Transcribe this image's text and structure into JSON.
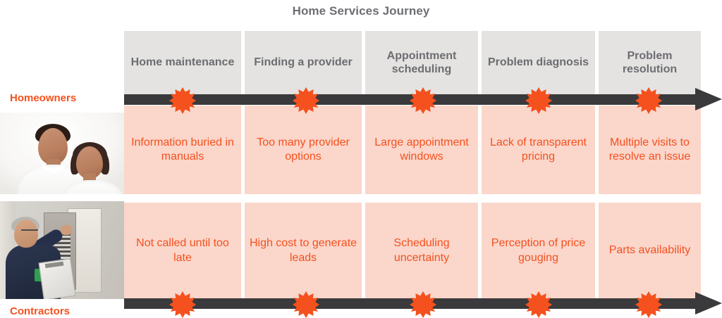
{
  "title": "Home Services Journey",
  "colors": {
    "accent": "#f4511e",
    "header_box": "#e4e3e1",
    "pain_cell": "#fbd6cb",
    "arrow": "#3a3a3c",
    "title_text": "#6d6e72",
    "header_text": "#6c6d71"
  },
  "stages": [
    {
      "label": "Home maintenance"
    },
    {
      "label": "Finding a provider"
    },
    {
      "label": "Appointment scheduling"
    },
    {
      "label": "Problem diagnosis"
    },
    {
      "label": "Problem resolution"
    }
  ],
  "personas": [
    {
      "label": "Homeowners",
      "photo_alt": "homeowner-couple-photo",
      "pain_points": [
        "Information buried in manuals",
        "Too many provider options",
        "Large appointment windows",
        "Lack of transparent pricing",
        "Multiple visits to resolve an issue"
      ]
    },
    {
      "label": "Contractors",
      "photo_alt": "contractor-electrical-panel-photo",
      "pain_points": [
        "Not called until too late",
        "High cost to generate leads",
        "Scheduling uncertainty",
        "Perception of price gouging",
        "Parts availability"
      ]
    }
  ],
  "arrows": [
    {
      "name": "homeowner-journey-arrow",
      "direction": "right"
    },
    {
      "name": "contractor-journey-arrow",
      "direction": "right"
    }
  ],
  "layout": {
    "columns_x": [
      176,
      347,
      518,
      683,
      849
    ],
    "columns_w": [
      166,
      166,
      160,
      161,
      145
    ],
    "burst_centers": [
      259,
      434,
      600,
      764,
      920
    ]
  }
}
